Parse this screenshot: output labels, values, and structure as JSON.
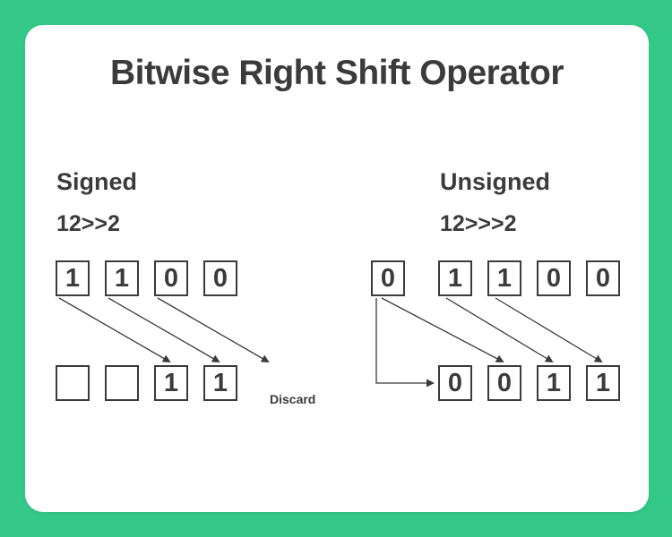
{
  "theme": {
    "background_color": "#35c989",
    "card_color": "#ffffff",
    "ink_color": "#3b3b3b"
  },
  "header": {
    "title": "Bitwise Right Shift Operator"
  },
  "columns": [
    {
      "id": "signed",
      "heading": "Signed",
      "expression": "12>>2",
      "input_bits": [
        "1",
        "1",
        "0",
        "0"
      ],
      "output_bits": [
        "",
        "",
        "1",
        "1"
      ],
      "discard_label": "Discard"
    },
    {
      "id": "unsigned",
      "heading": "Unsigned",
      "expression": "12>>>2",
      "input_bits": [
        "0",
        "1",
        "1",
        "0",
        "0"
      ],
      "output_bits": [
        "0",
        "0",
        "1",
        "1"
      ]
    }
  ],
  "chart_data": {
    "type": "diagram",
    "title": "Bitwise Right Shift Operator",
    "panels": [
      {
        "name": "Signed",
        "operation": "12>>2",
        "input": "1100",
        "output": "__11",
        "discarded": "Discard",
        "mappings": [
          {
            "from_index": 0,
            "to_index": 2
          },
          {
            "from_index": 1,
            "to_index": 3
          },
          {
            "from_index": 2,
            "to_index": "discard"
          }
        ]
      },
      {
        "name": "Unsigned",
        "operation": "12>>>2",
        "input": "01100",
        "output": "0011",
        "mappings": [
          {
            "from_index": 0,
            "to_index": 0
          },
          {
            "from_index": 0,
            "to_index": 1
          },
          {
            "from_index": 1,
            "to_index": 2
          },
          {
            "from_index": 2,
            "to_index": 3
          }
        ]
      }
    ]
  }
}
